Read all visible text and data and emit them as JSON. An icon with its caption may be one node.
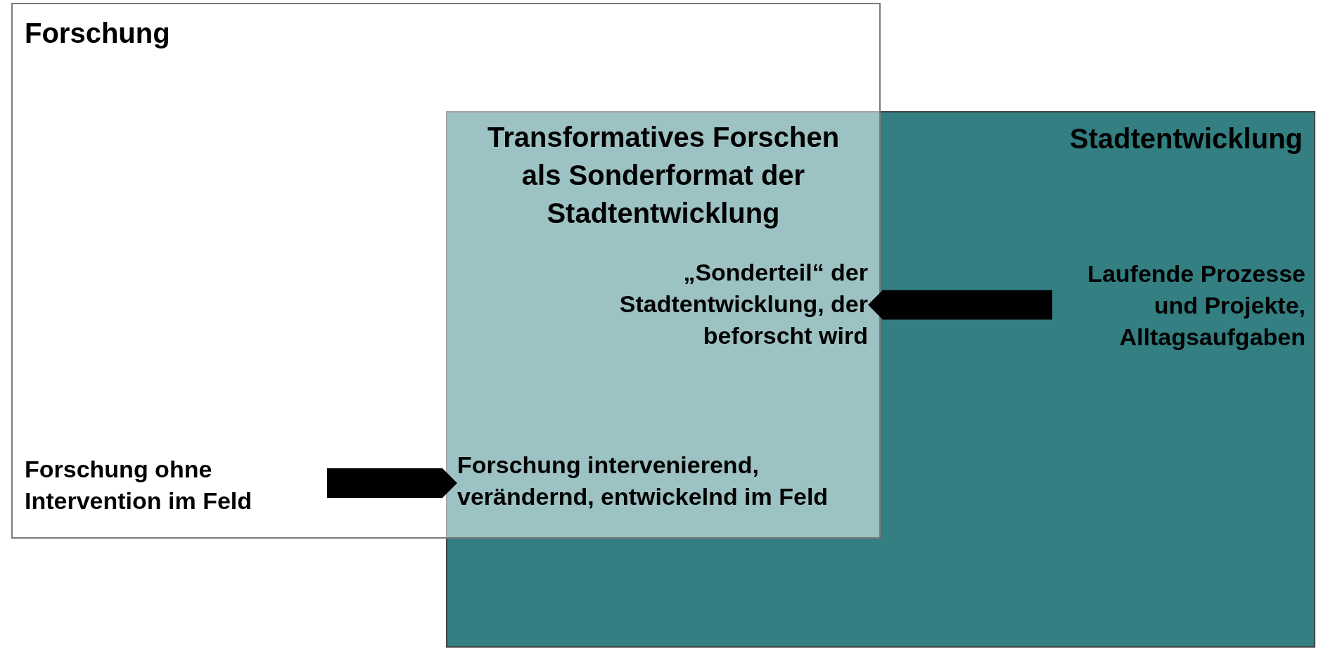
{
  "diagram": {
    "nodes": [
      {
        "text": [
          "Forschung"
        ]
      },
      {
        "text": [
          "Stadtentwicklung"
        ]
      },
      {
        "text": [
          "Transformatives Forschen als Sonderformat der Stadtentwicklung"
        ]
      },
      {
        "text": [
          "Forschung ohne Intervention im Feld"
        ],
        "in": 0
      },
      {
        "text": [
          "Forschung intervenierend, verändernd, entwickelnd im Feld"
        ]
      },
      {
        "text": [
          "„Sonderteil“ der Stadtentwicklung, der beforscht wird"
        ]
      },
      {
        "text": [
          "Laufende Prozesse und Projekte, Alltagsaufgaben"
        ],
        "in": 1
      }
    ],
    "edges": [
      {
        "from": 3,
        "to": 4,
        "arrow": "to"
      },
      {
        "from": 6,
        "to": 5,
        "arrow": "to"
      }
    ]
  }
}
